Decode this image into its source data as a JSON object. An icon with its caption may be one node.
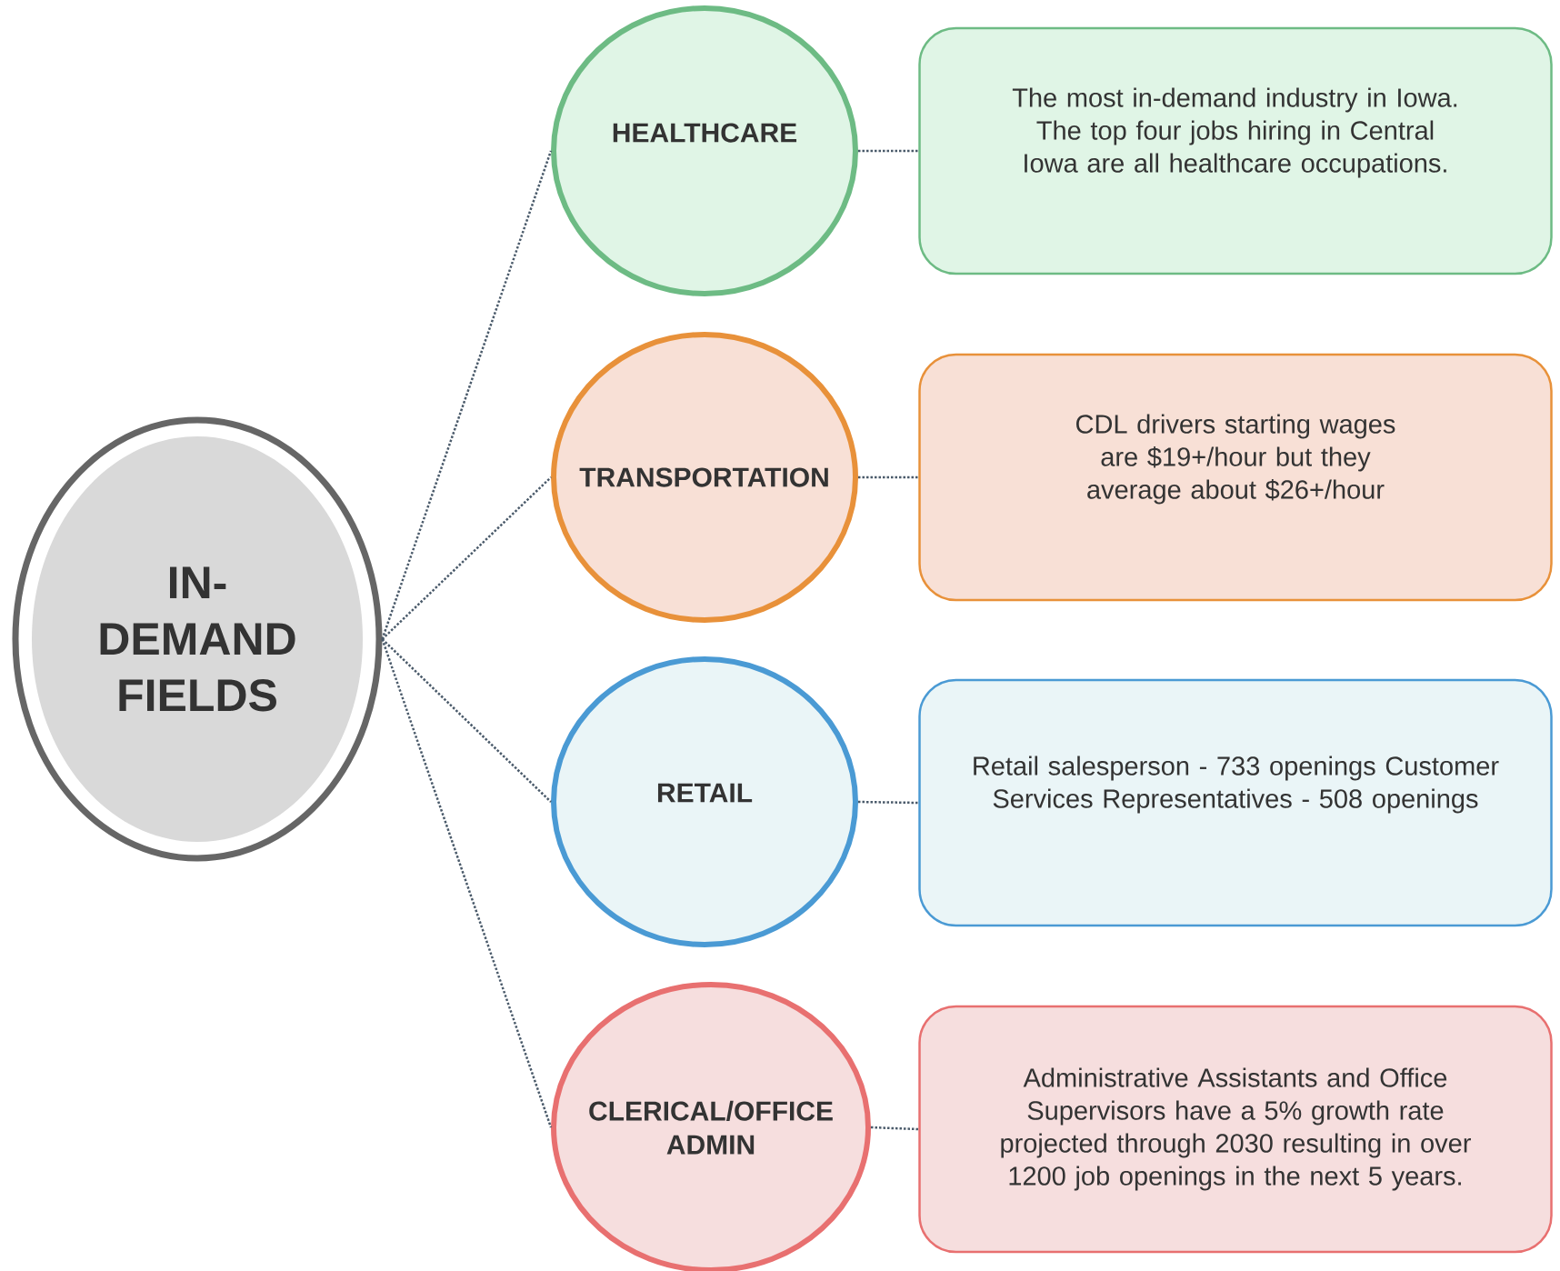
{
  "diagram": {
    "nodes": [
      {
        "text": [
          "IN-DEMAND FIELDS"
        ]
      },
      {
        "text": [
          "HEALTHCARE"
        ]
      },
      {
        "text": [
          "The most in-demand industry in Iowa. The top four jobs hiring in Central Iowa are all healthcare occupations."
        ]
      },
      {
        "text": [
          "TRANSPORTATION"
        ]
      },
      {
        "text": [
          "CDL drivers starting wages are $19+/hour but they average about $26+/hour"
        ]
      },
      {
        "text": [
          "RETAIL"
        ]
      },
      {
        "text": [
          "Retail salesperson - 733 openings Customer Services Representatives - 508 openings"
        ]
      },
      {
        "text": [
          "CLERICAL/OFFICE ADMIN"
        ]
      },
      {
        "text": [
          "Administrative Assistants and Office Supervisors have a 5% growth rate projected through 2030 resulting in over 1200 job openings in the next 5 years."
        ]
      }
    ],
    "edges": [
      {
        "from": 0,
        "to": 1,
        "arrow": "none"
      },
      {
        "from": 0,
        "to": 3,
        "arrow": "none"
      },
      {
        "from": 0,
        "to": 5,
        "arrow": "none"
      },
      {
        "from": 0,
        "to": 7,
        "arrow": "none"
      },
      {
        "from": 1,
        "to": 2,
        "arrow": "none"
      },
      {
        "from": 3,
        "to": 4,
        "arrow": "none"
      },
      {
        "from": 5,
        "to": 6,
        "arrow": "none"
      },
      {
        "from": 7,
        "to": 8,
        "arrow": "none"
      }
    ]
  }
}
